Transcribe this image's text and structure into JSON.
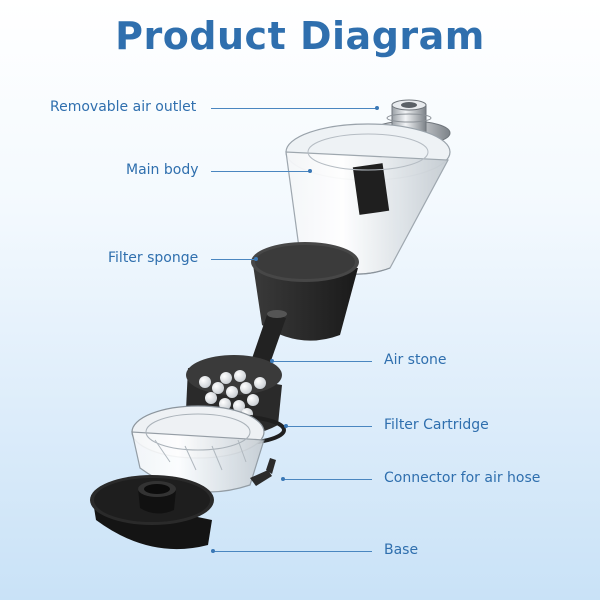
{
  "title": "Product Diagram",
  "labels": {
    "air_outlet": "Removable air outlet",
    "main_body": "Main body",
    "filter_sponge": "Filter sponge",
    "air_stone": "Air stone",
    "filter_cartridge": "Filter Cartridge",
    "connector": "Connector for air hose",
    "base": "Base"
  },
  "colors": {
    "title": "#2f6fae",
    "label": "#2f6fae",
    "leader_line": "#4a86c0",
    "background_top": "#ffffff",
    "background_bottom": "#c9e2f7"
  }
}
